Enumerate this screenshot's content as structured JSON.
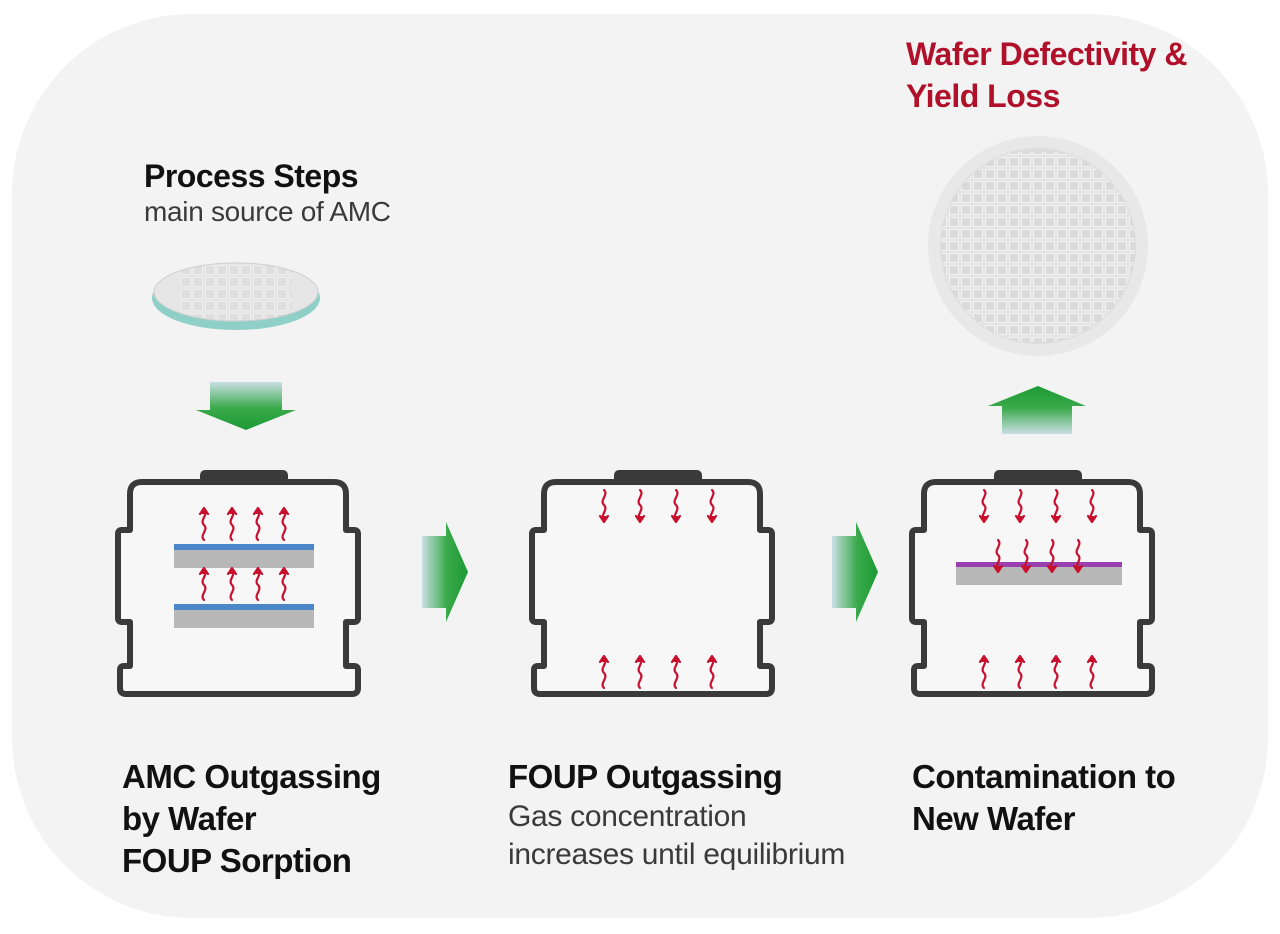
{
  "process": {
    "title": "Process Steps",
    "subtitle": "main source of AMC"
  },
  "defect": {
    "line1": "Wafer Defectivity &",
    "line2": "Yield Loss"
  },
  "stage1": {
    "line1": "AMC Outgassing",
    "line2": "by Wafer",
    "line3": "FOUP Sorption"
  },
  "stage2": {
    "title": "FOUP Outgassing",
    "desc1": "Gas concentration",
    "desc2": "increases until equilibrium"
  },
  "stage3": {
    "line1": "Contamination to",
    "line2": "New Wafer"
  },
  "colors": {
    "background_panel": "#f3f3f3",
    "foup_outline": "#3a3a3a",
    "gas_arrow": "#c8102e",
    "flow_arrow": "#1fa038",
    "wafer_blue": "#4a86c8",
    "contaminated_wafer": "#9a3fb0",
    "title_red": "#b0102a"
  }
}
